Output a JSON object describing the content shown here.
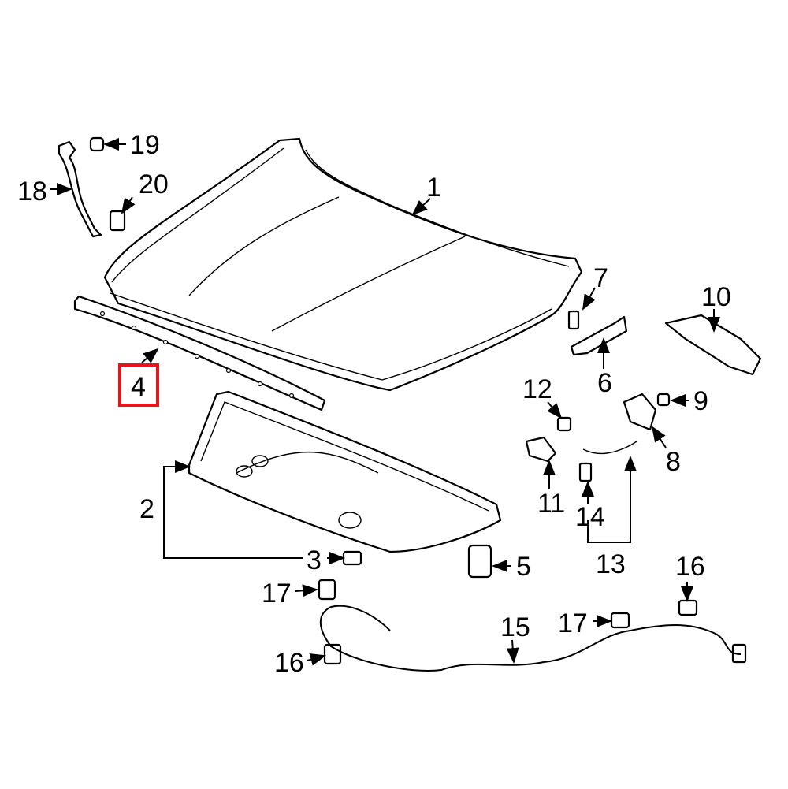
{
  "diagram": {
    "highlight_color": "#e8141c",
    "highlighted_callout": "4",
    "callouts": [
      {
        "id": "c1",
        "text": "1"
      },
      {
        "id": "c2",
        "text": "2"
      },
      {
        "id": "c3",
        "text": "3"
      },
      {
        "id": "c4",
        "text": "4"
      },
      {
        "id": "c5",
        "text": "5"
      },
      {
        "id": "c6",
        "text": "6"
      },
      {
        "id": "c7",
        "text": "7"
      },
      {
        "id": "c8",
        "text": "8"
      },
      {
        "id": "c9",
        "text": "9"
      },
      {
        "id": "c10",
        "text": "10"
      },
      {
        "id": "c11",
        "text": "11"
      },
      {
        "id": "c12",
        "text": "12"
      },
      {
        "id": "c13",
        "text": "13"
      },
      {
        "id": "c14",
        "text": "14"
      },
      {
        "id": "c15",
        "text": "15"
      },
      {
        "id": "c16a",
        "text": "16"
      },
      {
        "id": "c16b",
        "text": "16"
      },
      {
        "id": "c17a",
        "text": "17"
      },
      {
        "id": "c17b",
        "text": "17"
      },
      {
        "id": "c18",
        "text": "18"
      },
      {
        "id": "c19",
        "text": "19"
      },
      {
        "id": "c20",
        "text": "20"
      }
    ]
  }
}
